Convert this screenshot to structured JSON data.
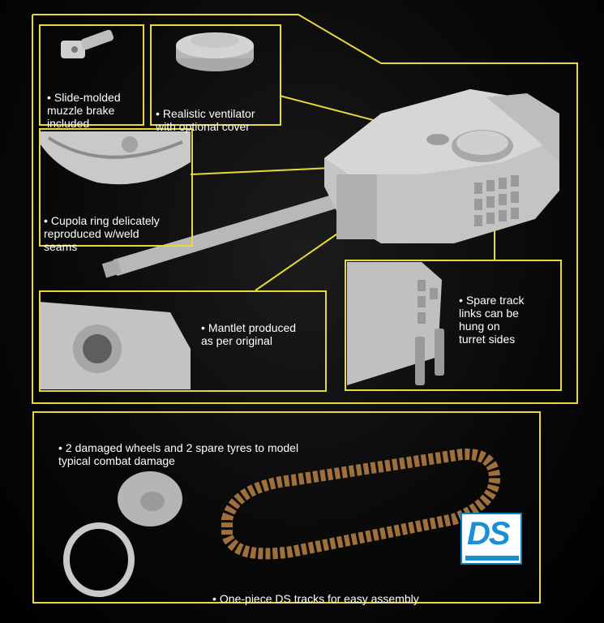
{
  "callouts": {
    "muzzle_brake": "Slide-molded\nmuzzle brake\nincluded",
    "ventilator": "Realistic ventilator\nwith optional cover",
    "cupola_ring": "Cupola ring delicately\nreproduced w/weld\nseams",
    "mantlet": "Mantlet produced\nas per original",
    "spare_track": "Spare track\nlinks can be\nhung on\nturret sides",
    "damaged_wheels": "2 damaged wheels and 2 spare tyres to model\ntypical combat damage",
    "ds_tracks": "One-piece DS tracks for easy assembly"
  },
  "bullet": "•",
  "colors": {
    "frame": "#e8d83a",
    "background": "#000000",
    "model_grey": "#bfbfbf",
    "track_brown": "#a0703a",
    "logo_blue": "#1b8fd6"
  },
  "logo": {
    "text": "DS"
  }
}
